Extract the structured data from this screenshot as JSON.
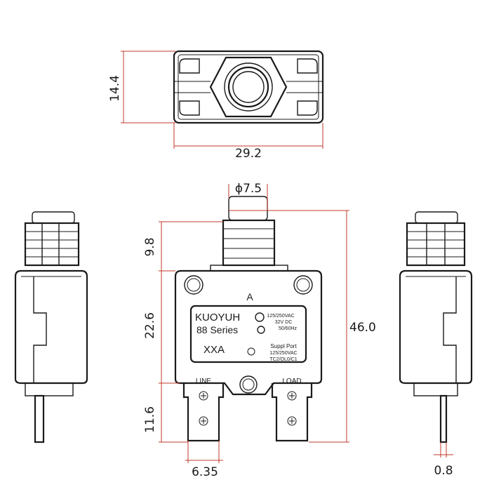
{
  "dimensions": {
    "top_height": "14.4",
    "top_width": "29.2",
    "button_dia": "ϕ7.5",
    "button_height": "9.8",
    "body_height": "22.6",
    "overall_height": "46.0",
    "terminal_length": "11.6",
    "terminal_width": "6.35",
    "terminal_thickness": "0.8"
  },
  "front_label": {
    "marker": "A",
    "brand": "KUOYUH",
    "series": "88 Series",
    "rating_1": "125/250VAC",
    "rating_2": "32V DC",
    "rating_3": "50/60Hz",
    "model": "XXA",
    "suppl": "Suppl Port",
    "rating_4": "125/250VAC",
    "code": "TC2/OL0/C1",
    "line": "LINE",
    "load": "LOAD"
  },
  "colors": {
    "outline": "#1a1a1a",
    "dimension_line": "#c0392b"
  }
}
